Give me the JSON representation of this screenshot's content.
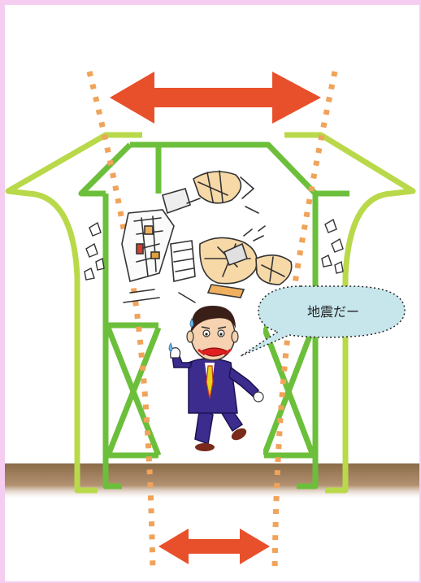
{
  "speech_bubble": {
    "text": "地震だー"
  },
  "colors": {
    "page_border": "#f4cdf1",
    "outer_structure": "#b9d94a",
    "inner_structure": "#6cbf3a",
    "sway_arrow": "#e8502b",
    "axis_dots": "#f0a35a",
    "ground": "#8a6b48",
    "bubble_fill": "#c6e6ec",
    "suit": "#3b2c8e",
    "tie": "#e8d21a"
  },
  "icons": {
    "top_arrow": "double-headed-arrow",
    "bottom_arrow": "double-headed-arrow",
    "debris": "falling-debris",
    "person": "panicked-man"
  }
}
